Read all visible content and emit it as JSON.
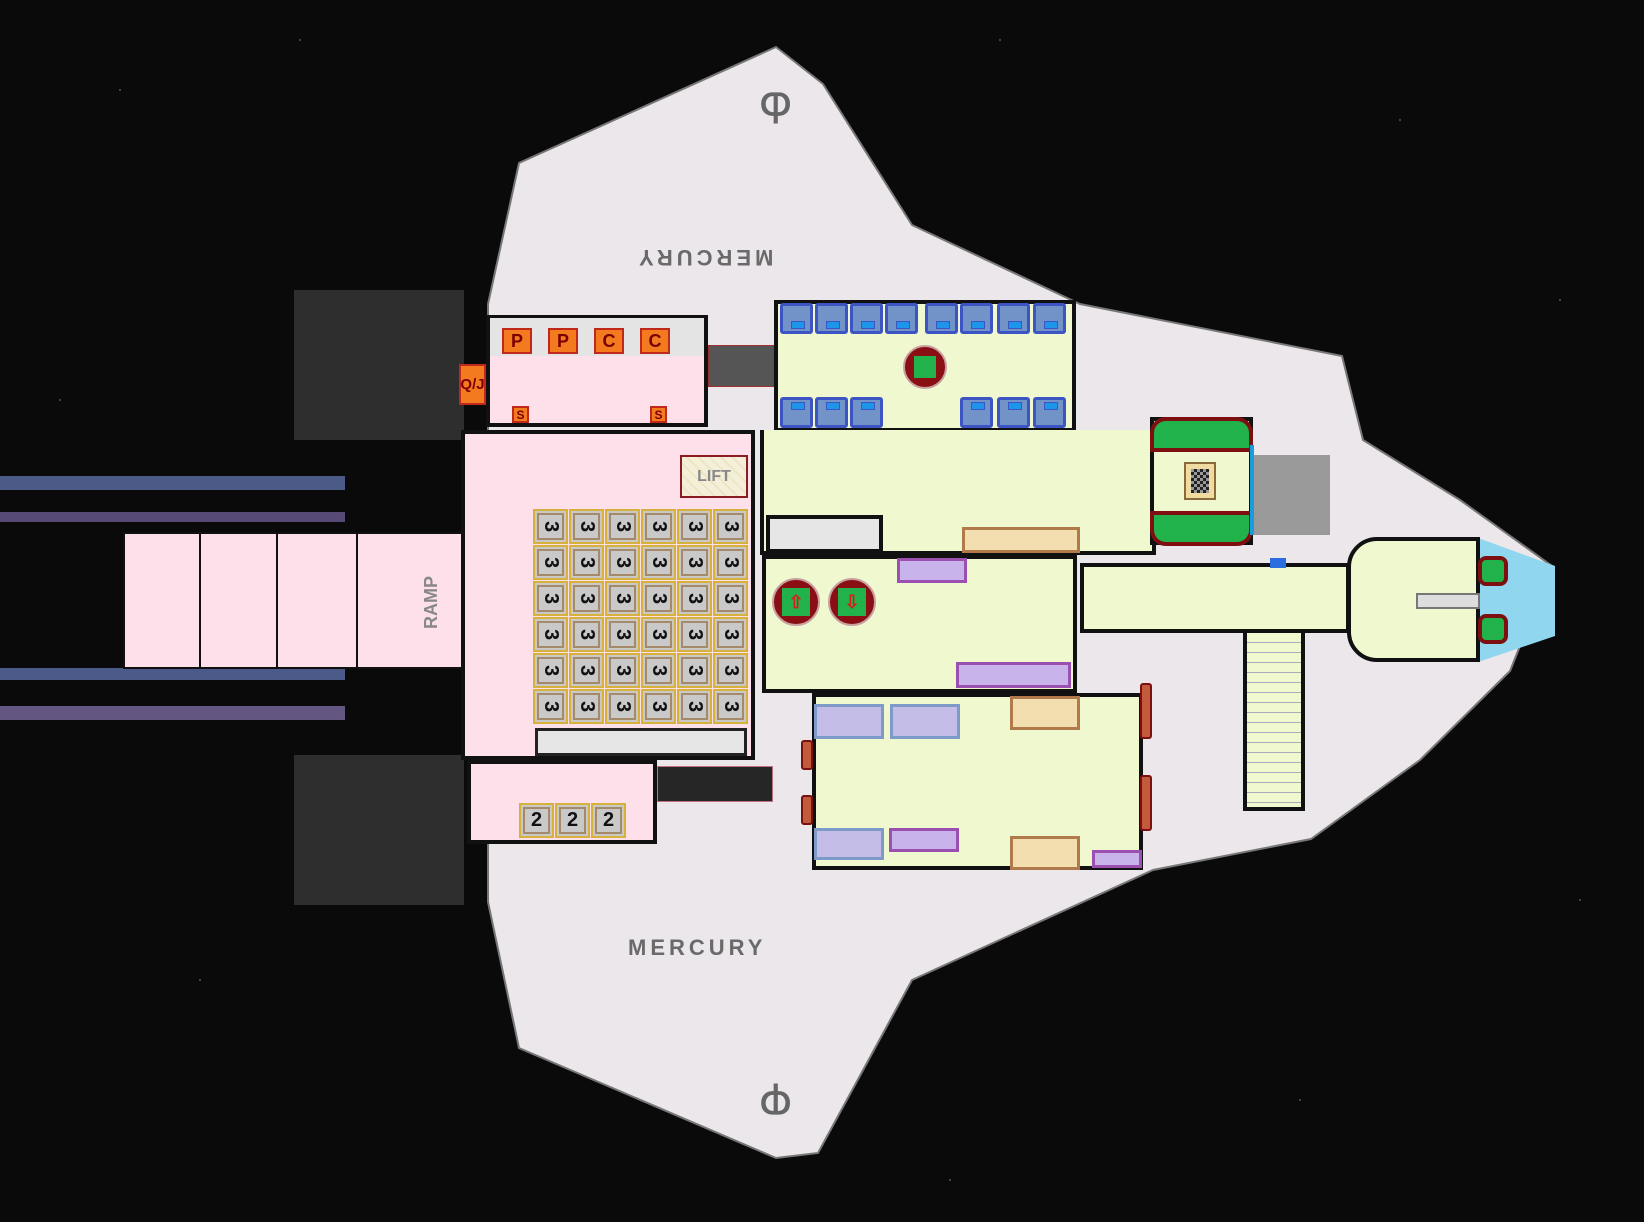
{
  "ship": {
    "hull_markings": {
      "name_top": "MERCURY",
      "name_bottom": "MERCURY",
      "logo_top": "Ⴔ",
      "logo_bottom": "Ⴔ"
    },
    "armory": {
      "lockers": [
        "P",
        "P",
        "C",
        "C"
      ],
      "side_tag": "Q/J",
      "seats": [
        "S",
        "S"
      ]
    },
    "lift": {
      "label": "LIFT"
    },
    "ramp": {
      "label": "RAMP"
    },
    "cargo_grid": {
      "rows": [
        [
          "3",
          "3",
          "3",
          "3",
          "3",
          "3"
        ],
        [
          "3",
          "3",
          "3",
          "3",
          "3",
          "3"
        ],
        [
          "3",
          "3",
          "3",
          "3",
          "3",
          "3"
        ],
        [
          "3",
          "3",
          "3",
          "3",
          "3",
          "3"
        ],
        [
          "3",
          "3",
          "3",
          "3",
          "3",
          "3"
        ],
        [
          "3",
          "3",
          "3",
          "3",
          "3",
          "3"
        ]
      ]
    },
    "small_cargo": [
      "2",
      "2",
      "2"
    ],
    "elevator_pads": [
      {
        "direction": "up",
        "glyph": "⇧"
      },
      {
        "direction": "down",
        "glyph": "⇩"
      }
    ]
  },
  "colors": {
    "cargo_zone": "#fde0ea",
    "habitation_zone": "#eff8cf",
    "walls": "#111111",
    "seats": "#7193c8",
    "booths": "#22b24c",
    "lockers": "#c8b4ea",
    "windshield": "#8fd6ee",
    "door_marker": "#e01818",
    "hull": "#ebe7ea",
    "space": "#0a0a0a"
  }
}
